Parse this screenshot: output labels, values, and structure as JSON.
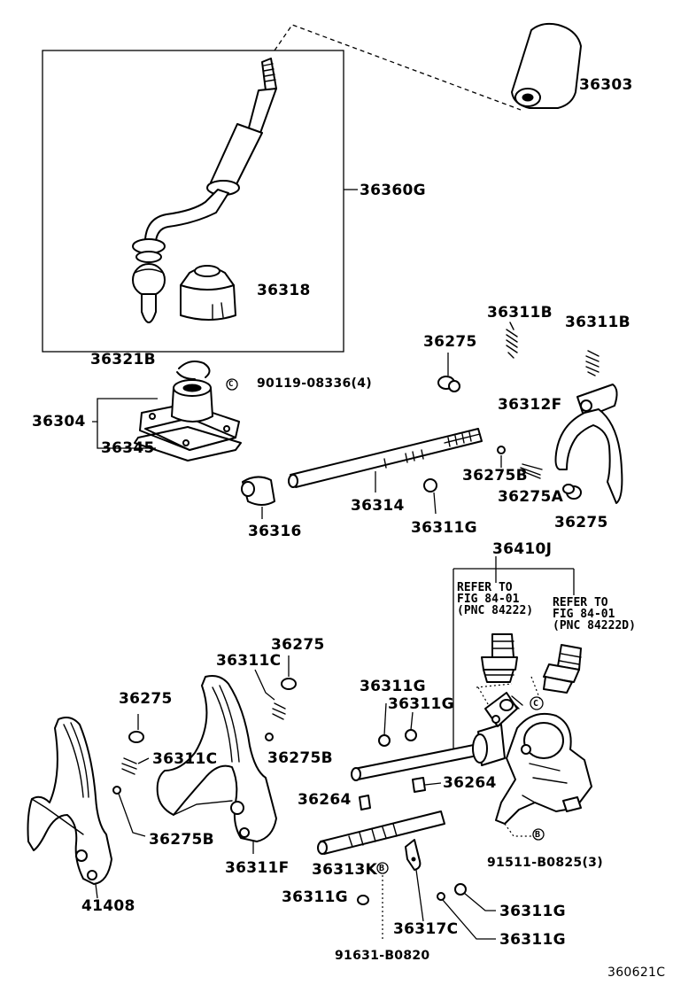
{
  "labels": {
    "p36303": "36303",
    "p36360G": "36360G",
    "p36318": "36318",
    "p36321B": "36321B",
    "p90119": "90119-08336(4)",
    "p36304": "36304",
    "p36345": "36345",
    "p36275_a": "36275",
    "p36311B_a": "36311B",
    "p36311B_b": "36311B",
    "p36312F": "36312F",
    "p36275B_a": "36275B",
    "p36275A": "36275A",
    "p36275_b": "36275",
    "p36314": "36314",
    "p36316": "36316",
    "p36311G_a": "36311G",
    "p36410J": "36410J",
    "p36275_c": "36275",
    "p36311C_a": "36311C",
    "p36275_d": "36275",
    "p36311C_b": "36311C",
    "p36275B_b": "36275B",
    "p36275B_c": "36275B",
    "p36311G_b": "36311G",
    "p36311G_c": "36311G",
    "p36264_a": "36264",
    "p36264_b": "36264",
    "p36311F": "36311F",
    "p36313K": "36313K",
    "p41408": "41408",
    "p36311G_d": "36311G",
    "p36311G_e": "36311G",
    "p36317C": "36317C",
    "p36311G_f": "36311G",
    "p91631": "91631-B0820",
    "p91511": "91511-B0825(3)",
    "figure_code": "360621C"
  },
  "refs": {
    "left": {
      "line1": "REFER TO",
      "line2": "FIG 84-01",
      "line3": "(PNC 84222)"
    },
    "right": {
      "line1": "REFER TO",
      "line2": "FIG 84-01",
      "line3": "(PNC 84222D)"
    }
  },
  "markers": {
    "c_marker": "C",
    "b_marker": "B"
  }
}
